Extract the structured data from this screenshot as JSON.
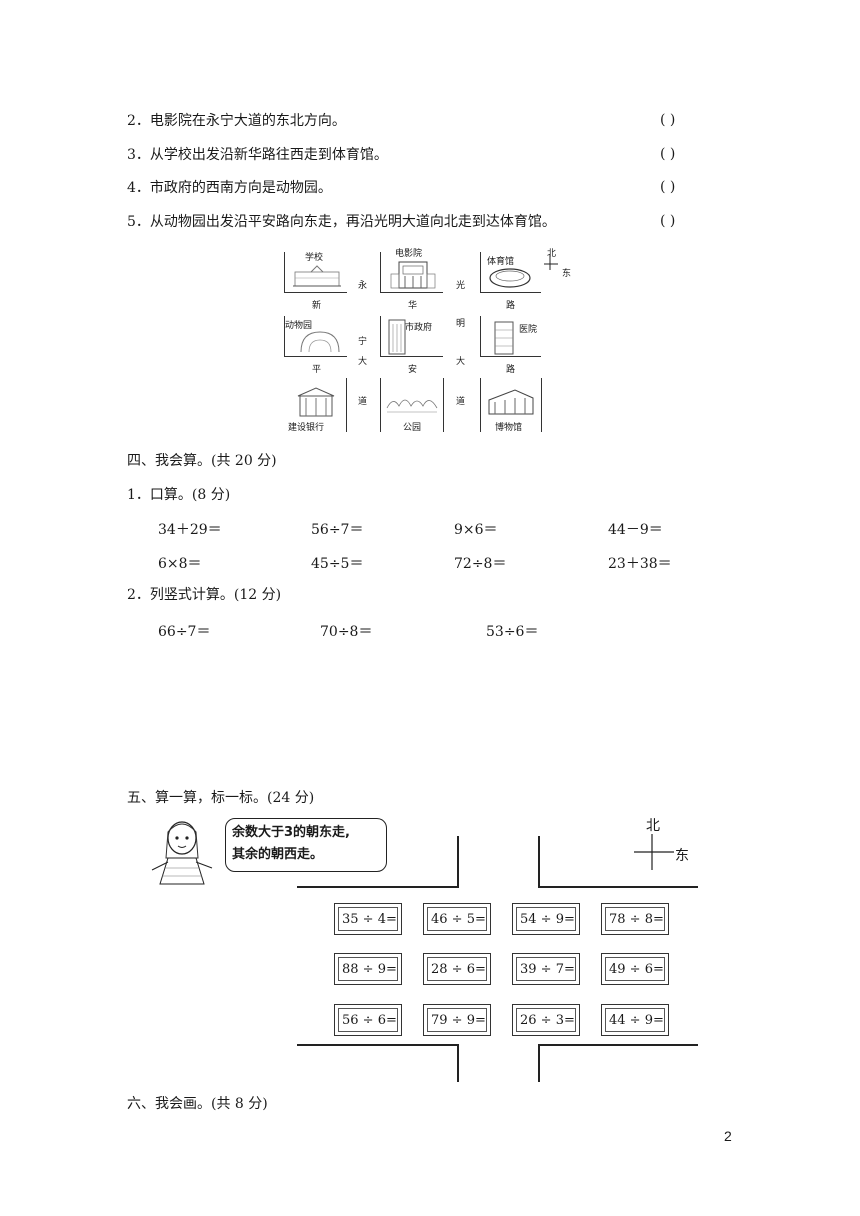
{
  "judgments": [
    {
      "text": "2．电影院在永宁大道的东北方向。",
      "paren": "(      )"
    },
    {
      "text": "3．从学校出发沿新华路往西走到体育馆。",
      "paren": "(      )"
    },
    {
      "text": "4．市政府的西南方向是动物园。",
      "paren": "(      )"
    },
    {
      "text": "5．从动物园出发沿平安路向东走，再沿光明大道向北走到达体育馆。",
      "paren": "(      )"
    }
  ],
  "map": {
    "cells": {
      "school": "学校",
      "cinema": "电影院",
      "gym": "体育馆",
      "zoo": "动物园",
      "city_hall": "市政府",
      "hospital": "医院",
      "bank": "建设银行",
      "park": "公园",
      "museum": "博物馆"
    },
    "streets": {
      "xin": "新",
      "hua": "华",
      "lu1": "路",
      "ping": "平",
      "an": "安",
      "lu2": "路",
      "yong": "永",
      "ning": "宁",
      "da1": "大",
      "dao1": "道",
      "guang": "光",
      "ming": "明",
      "da2": "大",
      "dao2": "道"
    },
    "compass_n": "北",
    "compass_e": "东"
  },
  "section4": {
    "title": "四、我会算。(共 20 分)",
    "oral_title": "1．口算。(8 分)",
    "oral_row1": [
      "34＋29＝",
      "56÷7＝",
      "9×6＝",
      "44－9＝"
    ],
    "oral_row2": [
      "6×8＝",
      "45÷5＝",
      "72÷8＝",
      "23＋38＝"
    ],
    "vertical_title": "2．列竖式计算。(12 分)",
    "vertical": [
      "66÷7＝",
      "70÷8＝",
      "53÷6＝"
    ]
  },
  "section5": {
    "title": "五、算一算，标一标。(24 分)",
    "bubble_line1": "余数大于3的朝东走,",
    "bubble_line2": "其余的朝西走。",
    "compass_n": "北",
    "compass_e": "东",
    "rows": [
      [
        "35 ÷ 4=",
        "46 ÷ 5=",
        "54 ÷ 9=",
        "78 ÷ 8="
      ],
      [
        "88 ÷ 9=",
        "28 ÷ 6=",
        "39 ÷ 7=",
        "49 ÷ 6="
      ],
      [
        "56 ÷ 6=",
        "79 ÷ 9=",
        "26 ÷ 3=",
        "44 ÷ 9="
      ]
    ]
  },
  "section6": {
    "title": "六、我会画。(共 8 分)"
  },
  "page_number": "2"
}
